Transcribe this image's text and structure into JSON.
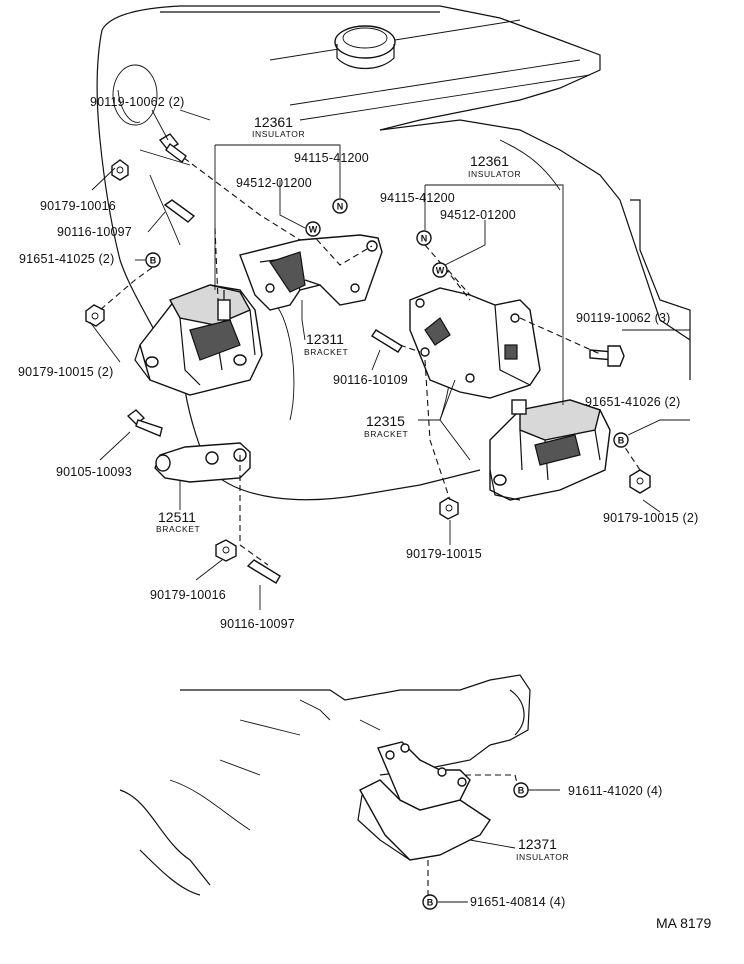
{
  "labels": {
    "p90119_10062_2": "90119-10062 (2)",
    "p12361_a": "12361",
    "insulator_a": "INSULATOR",
    "p94115_a": "94115-41200",
    "p94512_a": "94512-01200",
    "p90179_10016_a": "90179-10016",
    "p90116_10097_a": "90116-10097",
    "p91651_41025": "91651-41025 (2)",
    "p90179_10015_2a": "90179-10015 (2)",
    "p12311": "12311",
    "bracket_12311": "BRACKET",
    "p12361_b": "12361",
    "insulator_b": "INSULATOR",
    "p94115_b": "94115-41200",
    "p94512_b": "94512-01200",
    "p90119_10062_3": "90119-10062 (3)",
    "p90116_10109": "90116-10109",
    "p12315": "12315",
    "bracket_12315": "BRACKET",
    "p91651_41026": "91651-41026 (2)",
    "p90105_10093": "90105-10093",
    "p12511": "12511",
    "bracket_12511": "BRACKET",
    "p90179_10015_2b": "90179-10015 (2)",
    "p90179_10015": "90179-10015",
    "p90179_10016_b": "90179-10016",
    "p90116_10097_b": "90116-10097",
    "p91611_41020": "91611-41020 (4)",
    "p12371": "12371",
    "insulator_c": "INSULATOR",
    "p91651_40814": "91651-40814 (4)",
    "ref_code": "MA 8179"
  },
  "symbols": {
    "nut": "N",
    "washer": "W",
    "bolt": "B"
  }
}
